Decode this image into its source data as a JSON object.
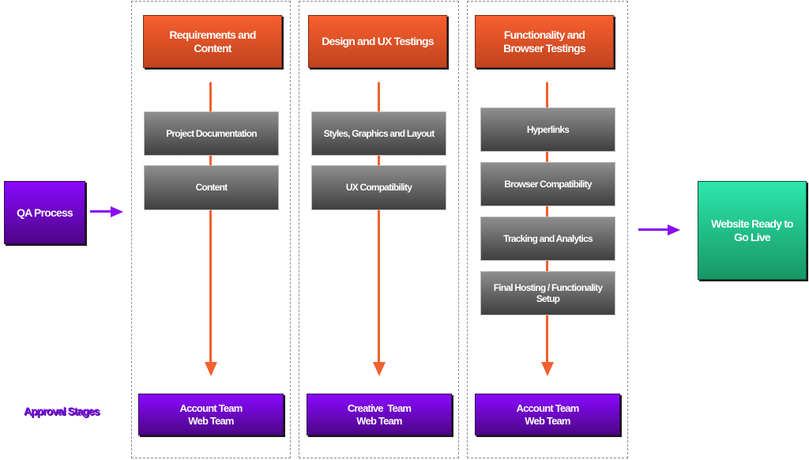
{
  "start": {
    "label": "QA Process"
  },
  "end": {
    "label": "Website Ready to Go Live"
  },
  "approval_label": "Approval Stages",
  "colors": {
    "phase": "#f2602f",
    "task": "#5a5a5a",
    "approval": "#7008d0",
    "final": "#20c08a"
  },
  "columns": [
    {
      "title": "Requirements and Content",
      "tasks": [
        "Project Documentation",
        "Content"
      ],
      "approval": [
        "Account Team",
        "Web Team"
      ]
    },
    {
      "title": "Design and UX Testings",
      "tasks": [
        "Styles, Graphics and Layout",
        "UX Compatibility"
      ],
      "approval": [
        "Creative  Team",
        "Web Team"
      ]
    },
    {
      "title": "Functionality and Browser Testings",
      "tasks": [
        "Hyperlinks",
        "Browser Compatibility",
        "Tracking and Analytics",
        "Final Hosting / Functionality Setup"
      ],
      "approval": [
        "Account Team",
        "Web Team"
      ]
    }
  ]
}
